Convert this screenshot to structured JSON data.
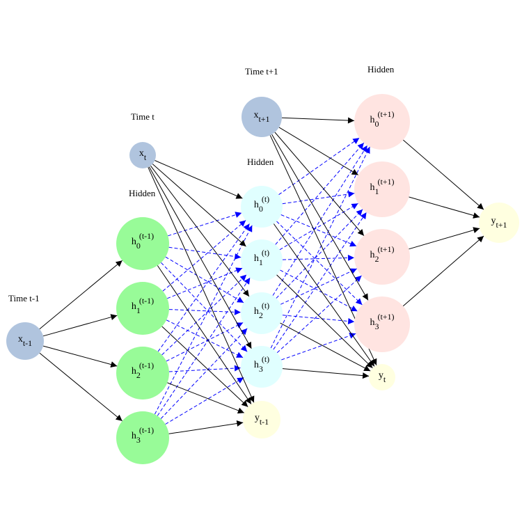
{
  "diagram": {
    "type": "recurrent-neural-network-unrolled",
    "colors": {
      "input": "#b0c4de",
      "hidden_t_minus_1": "#98fb98",
      "hidden_t": "#e0ffff",
      "hidden_t_plus_1": "#ffe4e1",
      "output": "#ffffe0",
      "edge_feedforward": "#000000",
      "edge_recurrent": "#0000ff"
    },
    "labels": [
      {
        "id": "time-t-minus-1",
        "text": "Time t-1"
      },
      {
        "id": "time-t",
        "text": "Time t"
      },
      {
        "id": "hidden-t-minus-1",
        "text": "Hidden"
      },
      {
        "id": "time-t-plus-1",
        "text": "Time t+1"
      },
      {
        "id": "hidden-t",
        "text": "Hidden"
      },
      {
        "id": "hidden-t-plus-1",
        "text": "Hidden"
      }
    ],
    "nodes": [
      {
        "id": "x_tm1",
        "base": "x",
        "sub": "t-1",
        "sup": "",
        "group": "input"
      },
      {
        "id": "h0_tm1",
        "base": "h",
        "sub": "0",
        "sup": "(t-1)",
        "group": "hidden_t_minus_1"
      },
      {
        "id": "h1_tm1",
        "base": "h",
        "sub": "1",
        "sup": "(t-1)",
        "group": "hidden_t_minus_1"
      },
      {
        "id": "h2_tm1",
        "base": "h",
        "sub": "2",
        "sup": "(t-1)",
        "group": "hidden_t_minus_1"
      },
      {
        "id": "h3_tm1",
        "base": "h",
        "sub": "3",
        "sup": "(t-1)",
        "group": "hidden_t_minus_1"
      },
      {
        "id": "x_t",
        "base": "x",
        "sub": "t",
        "sup": "",
        "group": "input"
      },
      {
        "id": "h0_t",
        "base": "h",
        "sub": "0",
        "sup": "(t)",
        "group": "hidden_t"
      },
      {
        "id": "h1_t",
        "base": "h",
        "sub": "1",
        "sup": "(t)",
        "group": "hidden_t"
      },
      {
        "id": "h2_t",
        "base": "h",
        "sub": "2",
        "sup": "(t)",
        "group": "hidden_t"
      },
      {
        "id": "h3_t",
        "base": "h",
        "sub": "3",
        "sup": "(t)",
        "group": "hidden_t"
      },
      {
        "id": "y_tm1",
        "base": "y",
        "sub": "t-1",
        "sup": "",
        "group": "output"
      },
      {
        "id": "x_tp1",
        "base": "x",
        "sub": "t+1",
        "sup": "",
        "group": "input"
      },
      {
        "id": "h0_tp1",
        "base": "h",
        "sub": "0",
        "sup": "(t+1)",
        "group": "hidden_t_plus_1"
      },
      {
        "id": "h1_tp1",
        "base": "h",
        "sub": "1",
        "sup": "(t+1)",
        "group": "hidden_t_plus_1"
      },
      {
        "id": "h2_tp1",
        "base": "h",
        "sub": "2",
        "sup": "(t+1)",
        "group": "hidden_t_plus_1"
      },
      {
        "id": "h3_tp1",
        "base": "h",
        "sub": "3",
        "sup": "(t+1)",
        "group": "hidden_t_plus_1"
      },
      {
        "id": "y_t",
        "base": "y",
        "sub": "t",
        "sup": "",
        "group": "output"
      },
      {
        "id": "y_tp1",
        "base": "y",
        "sub": "t+1",
        "sup": "",
        "group": "output"
      }
    ],
    "edges": [
      {
        "from": "x_tm1",
        "to": "h0_tm1",
        "style": "feedforward"
      },
      {
        "from": "x_tm1",
        "to": "h1_tm1",
        "style": "feedforward"
      },
      {
        "from": "x_tm1",
        "to": "h2_tm1",
        "style": "feedforward"
      },
      {
        "from": "x_tm1",
        "to": "h3_tm1",
        "style": "feedforward"
      },
      {
        "from": "h0_tm1",
        "to": "h0_t",
        "style": "recurrent"
      },
      {
        "from": "h0_tm1",
        "to": "h1_t",
        "style": "recurrent"
      },
      {
        "from": "h0_tm1",
        "to": "h2_t",
        "style": "recurrent"
      },
      {
        "from": "h0_tm1",
        "to": "h3_t",
        "style": "recurrent"
      },
      {
        "from": "h1_tm1",
        "to": "h0_t",
        "style": "recurrent"
      },
      {
        "from": "h1_tm1",
        "to": "h1_t",
        "style": "recurrent"
      },
      {
        "from": "h1_tm1",
        "to": "h2_t",
        "style": "recurrent"
      },
      {
        "from": "h1_tm1",
        "to": "h3_t",
        "style": "recurrent"
      },
      {
        "from": "h2_tm1",
        "to": "h0_t",
        "style": "recurrent"
      },
      {
        "from": "h2_tm1",
        "to": "h1_t",
        "style": "recurrent"
      },
      {
        "from": "h2_tm1",
        "to": "h2_t",
        "style": "recurrent"
      },
      {
        "from": "h2_tm1",
        "to": "h3_t",
        "style": "recurrent"
      },
      {
        "from": "h3_tm1",
        "to": "h0_t",
        "style": "recurrent"
      },
      {
        "from": "h3_tm1",
        "to": "h1_t",
        "style": "recurrent"
      },
      {
        "from": "h3_tm1",
        "to": "h2_t",
        "style": "recurrent"
      },
      {
        "from": "h3_tm1",
        "to": "h3_t",
        "style": "recurrent"
      },
      {
        "from": "h0_tm1",
        "to": "y_tm1",
        "style": "feedforward"
      },
      {
        "from": "h1_tm1",
        "to": "y_tm1",
        "style": "feedforward"
      },
      {
        "from": "h2_tm1",
        "to": "y_tm1",
        "style": "feedforward"
      },
      {
        "from": "h3_tm1",
        "to": "y_tm1",
        "style": "feedforward"
      },
      {
        "from": "x_t",
        "to": "h0_t",
        "style": "feedforward"
      },
      {
        "from": "x_t",
        "to": "h1_t",
        "style": "feedforward"
      },
      {
        "from": "x_t",
        "to": "h2_t",
        "style": "feedforward"
      },
      {
        "from": "x_t",
        "to": "h3_t",
        "style": "feedforward"
      },
      {
        "from": "x_t",
        "to": "y_tm1",
        "style": "feedforward"
      },
      {
        "from": "h0_t",
        "to": "h0_tp1",
        "style": "recurrent"
      },
      {
        "from": "h0_t",
        "to": "h1_tp1",
        "style": "recurrent"
      },
      {
        "from": "h0_t",
        "to": "h2_tp1",
        "style": "recurrent"
      },
      {
        "from": "h0_t",
        "to": "h3_tp1",
        "style": "recurrent"
      },
      {
        "from": "h1_t",
        "to": "h0_tp1",
        "style": "recurrent"
      },
      {
        "from": "h1_t",
        "to": "h1_tp1",
        "style": "recurrent"
      },
      {
        "from": "h1_t",
        "to": "h2_tp1",
        "style": "recurrent"
      },
      {
        "from": "h1_t",
        "to": "h3_tp1",
        "style": "recurrent"
      },
      {
        "from": "h2_t",
        "to": "h0_tp1",
        "style": "recurrent"
      },
      {
        "from": "h2_t",
        "to": "h1_tp1",
        "style": "recurrent"
      },
      {
        "from": "h2_t",
        "to": "h2_tp1",
        "style": "recurrent"
      },
      {
        "from": "h2_t",
        "to": "h3_tp1",
        "style": "recurrent"
      },
      {
        "from": "h3_t",
        "to": "h0_tp1",
        "style": "recurrent"
      },
      {
        "from": "h3_t",
        "to": "h1_tp1",
        "style": "recurrent"
      },
      {
        "from": "h3_t",
        "to": "h2_tp1",
        "style": "recurrent"
      },
      {
        "from": "h3_t",
        "to": "h3_tp1",
        "style": "recurrent"
      },
      {
        "from": "h0_t",
        "to": "y_t",
        "style": "feedforward"
      },
      {
        "from": "h1_t",
        "to": "y_t",
        "style": "feedforward"
      },
      {
        "from": "h2_t",
        "to": "y_t",
        "style": "feedforward"
      },
      {
        "from": "h3_t",
        "to": "y_t",
        "style": "feedforward"
      },
      {
        "from": "x_tp1",
        "to": "h0_tp1",
        "style": "feedforward"
      },
      {
        "from": "x_tp1",
        "to": "h1_tp1",
        "style": "feedforward"
      },
      {
        "from": "x_tp1",
        "to": "h2_tp1",
        "style": "feedforward"
      },
      {
        "from": "x_tp1",
        "to": "h3_tp1",
        "style": "feedforward"
      },
      {
        "from": "x_tp1",
        "to": "y_t",
        "style": "feedforward"
      },
      {
        "from": "h0_tp1",
        "to": "y_tp1",
        "style": "feedforward"
      },
      {
        "from": "h1_tp1",
        "to": "y_tp1",
        "style": "feedforward"
      },
      {
        "from": "h2_tp1",
        "to": "y_tp1",
        "style": "feedforward"
      },
      {
        "from": "h3_tp1",
        "to": "y_tp1",
        "style": "feedforward"
      }
    ]
  }
}
